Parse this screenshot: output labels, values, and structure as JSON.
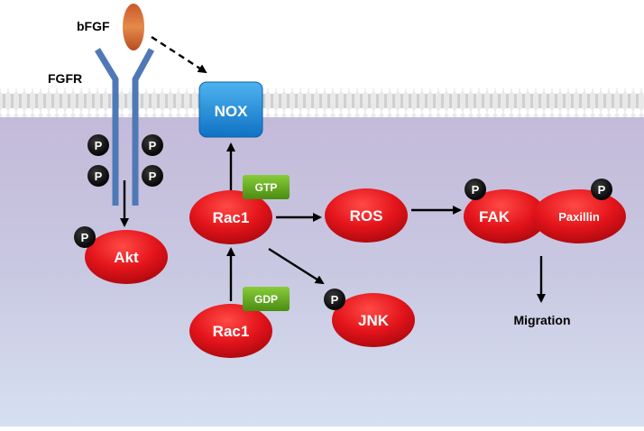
{
  "labels": {
    "ligand": "bFGF",
    "receptor": "FGFR",
    "migration": "Migration"
  },
  "nodes": {
    "nox": "NOX",
    "rac1_active": "Rac1",
    "rac1_inactive": "Rac1",
    "ros": "ROS",
    "fak": "FAK",
    "paxillin": "Paxillin",
    "akt": "Akt",
    "jnk": "JNK"
  },
  "tags": {
    "gtp": "GTP",
    "gdp": "GDP"
  },
  "phospho": "P",
  "colors": {
    "node_red": "#e3141b",
    "nox_blue": "#1a86d6",
    "tag_green": "#63a81c",
    "receptor_blue": "#4f79b6",
    "ligand_orange": "#d96a2e",
    "cytoplasm_top": "#c6bfdc",
    "cytoplasm_bottom": "#d3dcef"
  }
}
